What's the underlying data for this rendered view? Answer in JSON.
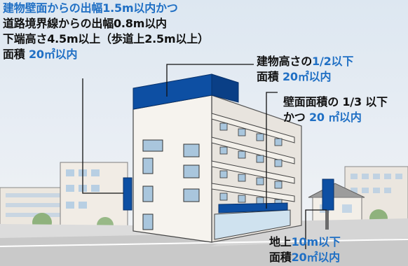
{
  "colors": {
    "accent_text": "#1f6fc4",
    "sign_blue": "#0d4fa3",
    "building_wall": "#f6f3ee",
    "window_glass": "#a9c6dd"
  },
  "labels": {
    "projecting_sign": {
      "line1": "建物壁面からの出幅1.5m以内かつ",
      "line2": "道路境界線からの出幅0.8m以内",
      "line3": "下端高さ4.5m以上（歩道上2.5m以上）",
      "area_prefix": "面積 ",
      "area_value": "20㎡以内"
    },
    "rooftop_sign": {
      "line1_prefix": "建物高さの",
      "line1_value": "1/2以下",
      "area_prefix": "面積 ",
      "area_value": "20㎡以内"
    },
    "wall_sign": {
      "line1": "壁面面積の 1/3 以下",
      "line2_prefix": "かつ ",
      "line2_value": "20 ㎡以内"
    },
    "ground_sign": {
      "line1_prefix": "地上",
      "line1_value": "10m以下",
      "line2_prefix": "面積",
      "line2_value": "20㎡以内"
    }
  }
}
